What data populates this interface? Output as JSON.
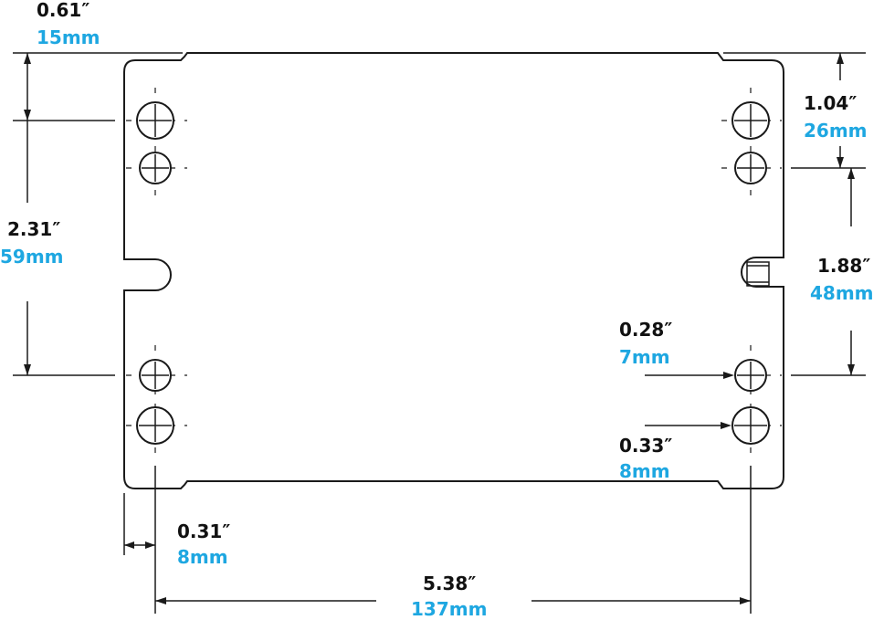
{
  "colors": {
    "ink": "#111111",
    "metric": "#1ea7e1",
    "line": "#1a1a1a"
  },
  "dimensions": [
    {
      "id": "tab_offset",
      "imperial": "0.61″",
      "metric": "15mm"
    },
    {
      "id": "upper_hole_spacing",
      "imperial": "1.04″",
      "metric": "26mm"
    },
    {
      "id": "left_vertical",
      "imperial": "2.31″",
      "metric": "59mm"
    },
    {
      "id": "right_vertical",
      "imperial": "1.88″",
      "metric": "48mm"
    },
    {
      "id": "small_hole",
      "imperial": "0.28″",
      "metric": "7mm"
    },
    {
      "id": "large_hole",
      "imperial": "0.33″",
      "metric": "8mm"
    },
    {
      "id": "edge_offset",
      "imperial": "0.31″",
      "metric": "8mm"
    },
    {
      "id": "overall_width",
      "imperial": "5.38″",
      "metric": "137mm"
    }
  ]
}
